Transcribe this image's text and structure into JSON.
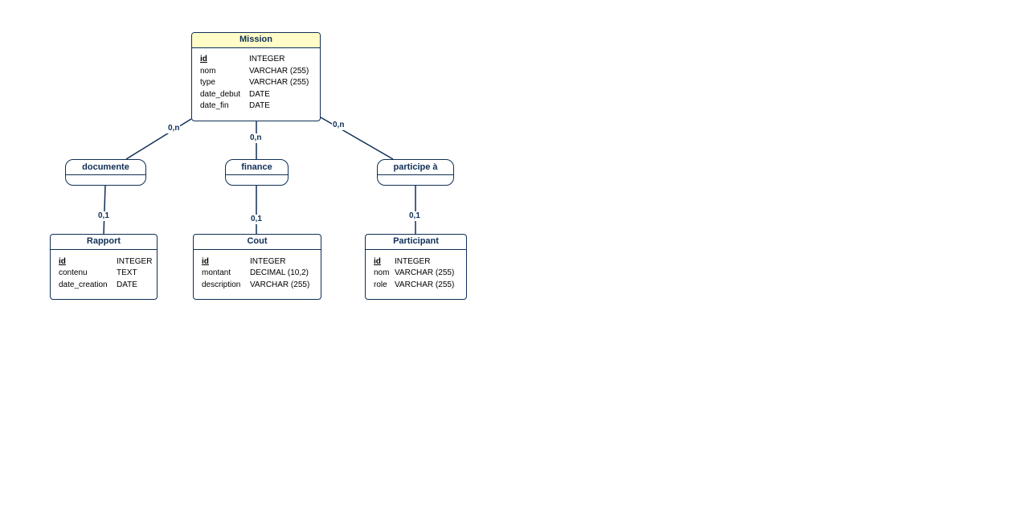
{
  "entities": {
    "mission": {
      "title": "Mission",
      "attributes": [
        {
          "name": "id",
          "type": "INTEGER",
          "pk": true
        },
        {
          "name": "nom",
          "type": "VARCHAR (255)",
          "pk": false
        },
        {
          "name": "type",
          "type": "VARCHAR (255)",
          "pk": false
        },
        {
          "name": "date_debut",
          "type": "DATE",
          "pk": false
        },
        {
          "name": "date_fin",
          "type": "DATE",
          "pk": false
        }
      ]
    },
    "rapport": {
      "title": "Rapport",
      "attributes": [
        {
          "name": "id",
          "type": "INTEGER",
          "pk": true
        },
        {
          "name": "contenu",
          "type": "TEXT",
          "pk": false
        },
        {
          "name": "date_creation",
          "type": "DATE",
          "pk": false
        }
      ]
    },
    "cout": {
      "title": "Cout",
      "attributes": [
        {
          "name": "id",
          "type": "INTEGER",
          "pk": true
        },
        {
          "name": "montant",
          "type": "DECIMAL (10,2)",
          "pk": false
        },
        {
          "name": "description",
          "type": "VARCHAR (255)",
          "pk": false
        }
      ]
    },
    "participant": {
      "title": "Participant",
      "attributes": [
        {
          "name": "id",
          "type": "INTEGER",
          "pk": true
        },
        {
          "name": "nom",
          "type": "VARCHAR (255)",
          "pk": false
        },
        {
          "name": "role",
          "type": "VARCHAR (255)",
          "pk": false
        }
      ]
    }
  },
  "associations": {
    "documente": {
      "title": "documente"
    },
    "finance": {
      "title": "finance"
    },
    "participe": {
      "title": "participe à"
    }
  },
  "cardinalities": {
    "mission_documente": "0,n",
    "mission_finance": "0,n",
    "mission_participe": "0,n",
    "documente_rapport": "0,1",
    "finance_cout": "0,1",
    "participe_participant": "0,1"
  },
  "colors": {
    "stroke": "#0f2f57",
    "mission_header": "#fffcc8",
    "background": "#ffffff"
  }
}
